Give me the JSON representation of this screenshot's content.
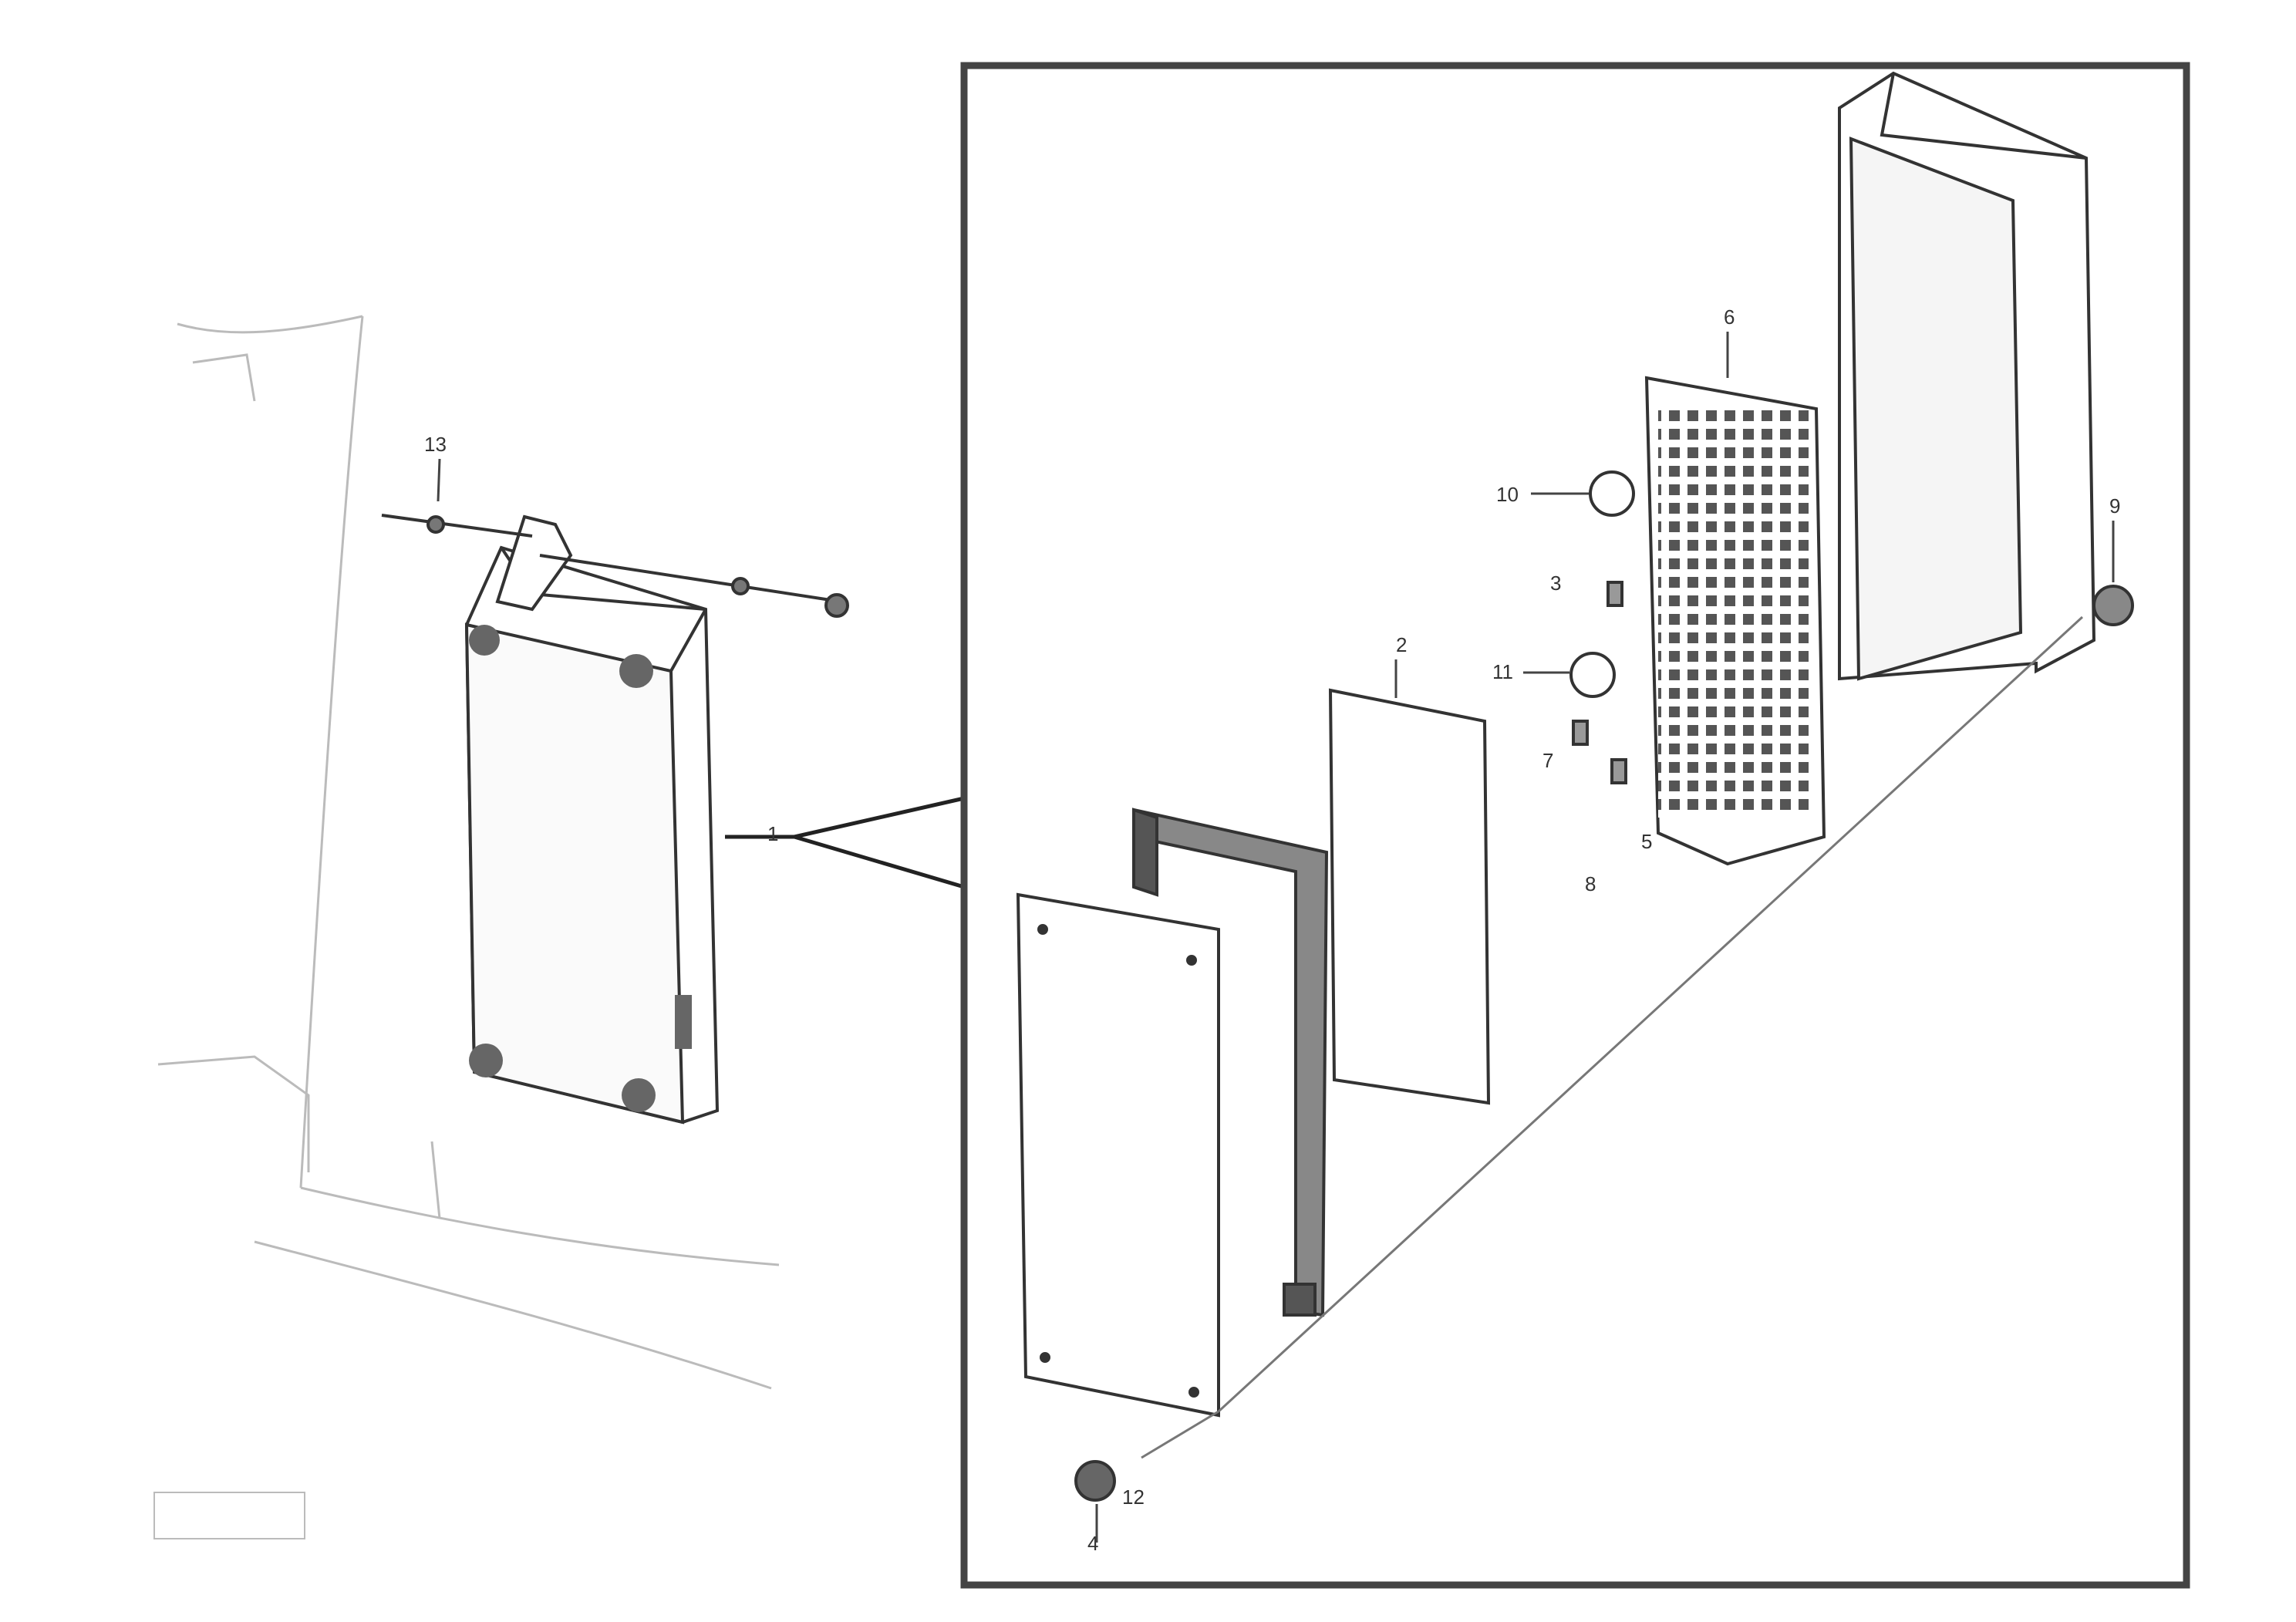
{
  "diagram": {
    "callouts": [
      "1",
      "2",
      "3",
      "4",
      "5",
      "6",
      "7",
      "8",
      "9",
      "10",
      "11",
      "12",
      "13"
    ],
    "colors": {
      "line": "#333333",
      "frame": "#444444",
      "faint": "#bbbbbb",
      "paper": "#ffffff",
      "dense": "#555555"
    },
    "stamp": {
      "line1": "",
      "line2": "",
      "line3": ""
    }
  }
}
